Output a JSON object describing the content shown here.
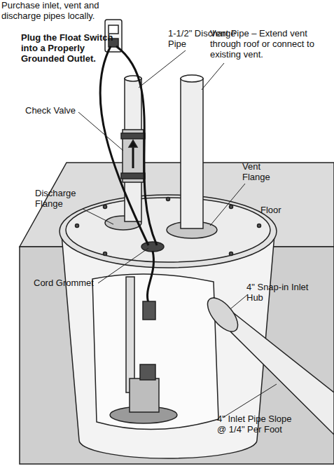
{
  "diagram": {
    "labels": [
      "Purchase inlet, vent and discharge pipes locally.",
      "Plug the Float Switch into a Properly Grounded Outlet.",
      "1-1/2\" Discharge Pipe",
      "Vent Pipe – Extend vent through roof or connect to existing vent.",
      "Check Valve",
      "Discharge Flange",
      "Vent Flange",
      "Floor",
      "Cord Grommet",
      "4\" Snap-in Inlet Hub",
      "4\" Inlet Pipe Slope @ 1/4\" Per Foot"
    ]
  }
}
